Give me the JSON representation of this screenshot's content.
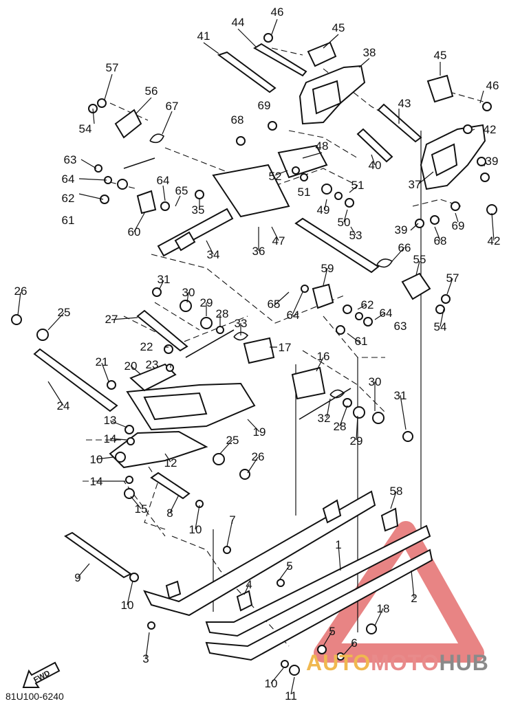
{
  "diagram": {
    "catalog_code": "81U100-6240",
    "fwd_label": "FWD",
    "watermark": {
      "part_a": "AUTO",
      "part_b": "MOTO",
      "part_c": "HUB"
    },
    "callouts": [
      "46",
      "44",
      "45",
      "41",
      "38",
      "57",
      "56",
      "67",
      "54",
      "69",
      "68",
      "43",
      "45",
      "46",
      "42",
      "63",
      "48",
      "39",
      "40",
      "64",
      "52",
      "62",
      "51",
      "51",
      "37",
      "64",
      "65",
      "61",
      "35",
      "49",
      "50",
      "60",
      "69",
      "39",
      "68",
      "42",
      "47",
      "53",
      "36",
      "34",
      "66",
      "55",
      "59",
      "31",
      "26",
      "57",
      "30",
      "29",
      "28",
      "65",
      "64",
      "33",
      "62",
      "64",
      "25",
      "63",
      "27",
      "54",
      "61",
      "22",
      "17",
      "23",
      "21",
      "20",
      "16",
      "24",
      "30",
      "31",
      "32",
      "28",
      "29",
      "19",
      "13",
      "14",
      "25",
      "26",
      "10",
      "12",
      "14",
      "15",
      "58",
      "8",
      "7",
      "10",
      "5",
      "9",
      "4",
      "10",
      "1",
      "2",
      "18",
      "3",
      "5",
      "6",
      "10",
      "11"
    ]
  }
}
